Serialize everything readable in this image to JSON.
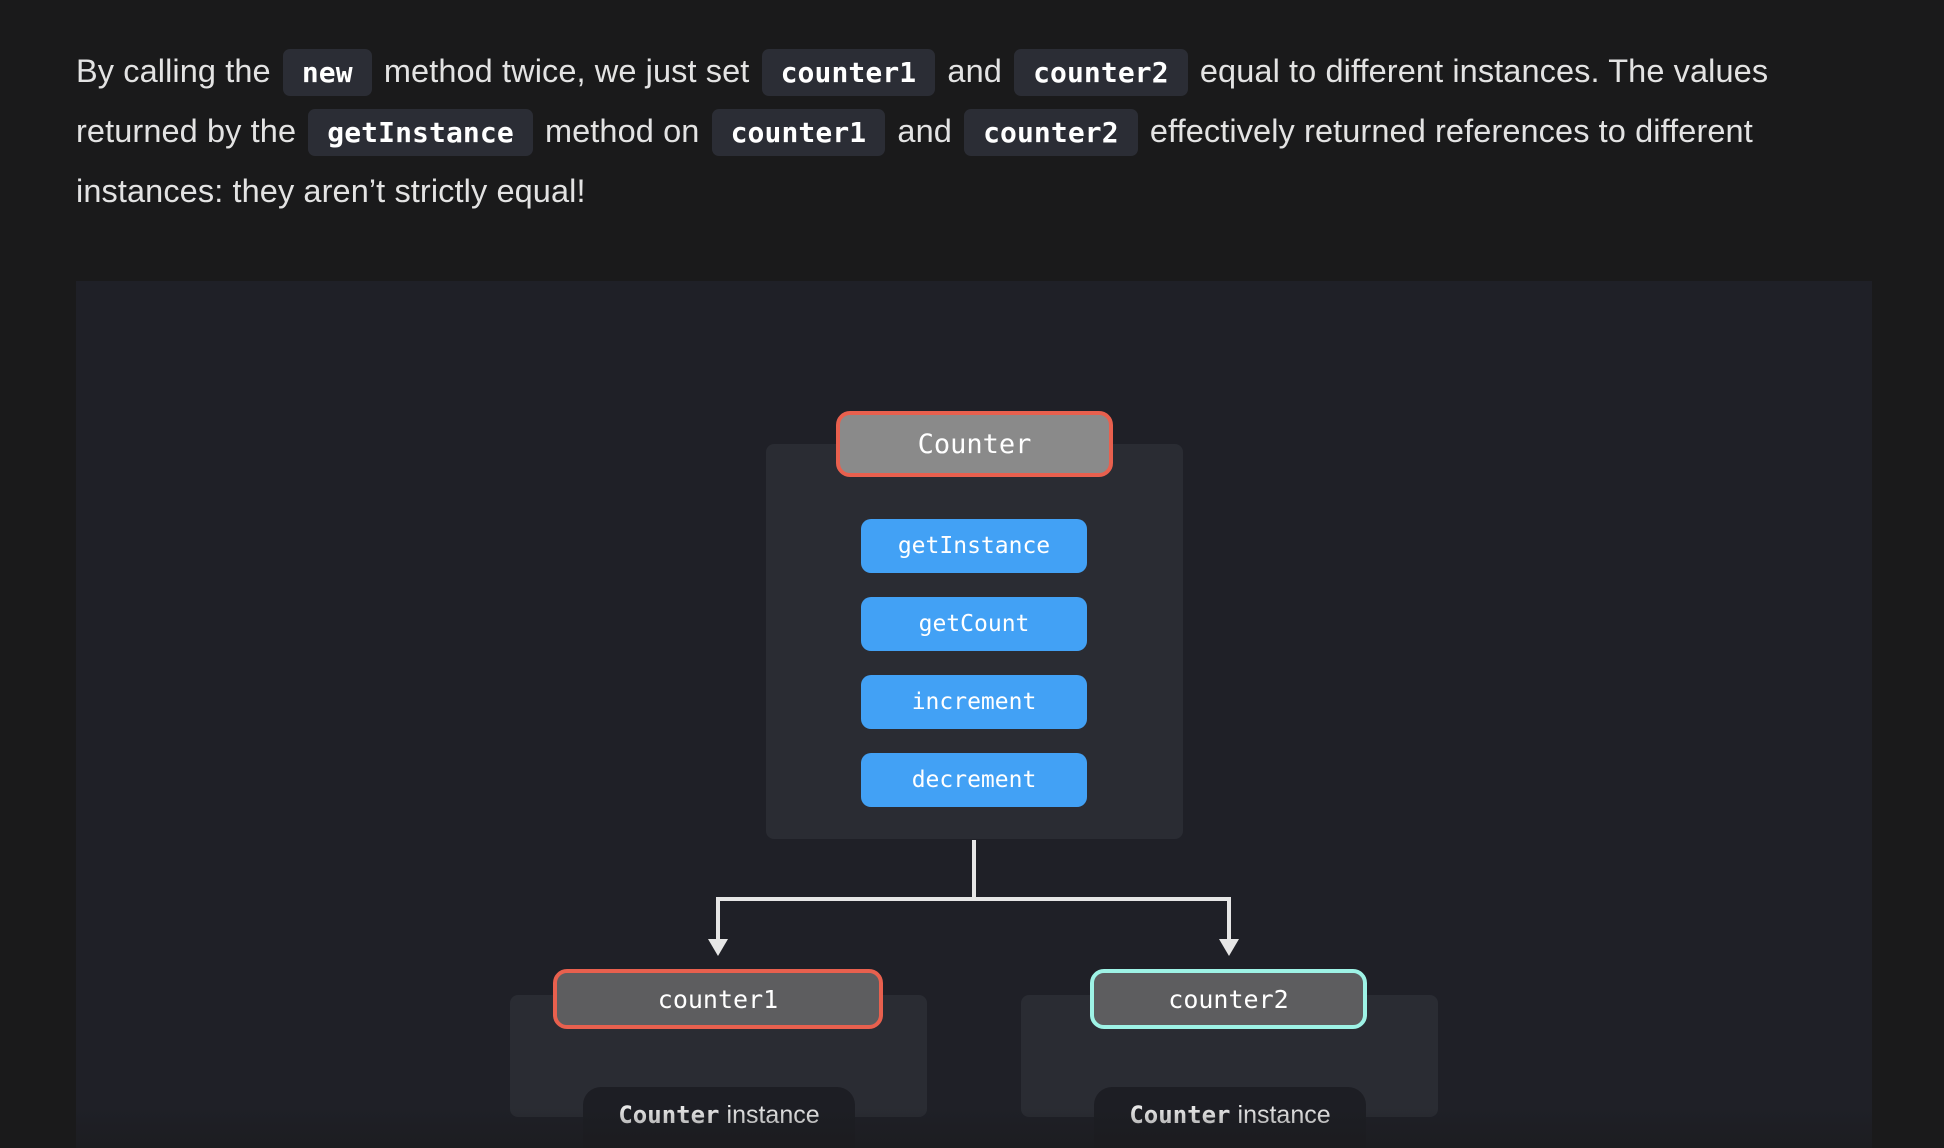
{
  "paragraph": {
    "line1": {
      "t1": "By calling the",
      "c1": "new",
      "t2": "method twice, we just set",
      "c2": "counter1",
      "t3": "and",
      "c3": "counter2",
      "t4": "equal to different instances. The values"
    },
    "line2": {
      "t1": "returned by the",
      "c1": "getInstance",
      "t2": "method on",
      "c2": "counter1",
      "t3": "and",
      "c3": "counter2",
      "t4": "effectively returned references to different"
    },
    "line3": {
      "t1": "instances: they aren’t strictly equal!"
    }
  },
  "diagram": {
    "class_name": "Counter",
    "methods": [
      "getInstance",
      "getCount",
      "increment",
      "decrement"
    ],
    "instances": [
      {
        "name": "counter1",
        "label_code": "Counter",
        "label_text": "instance",
        "border_color": "#e8604e"
      },
      {
        "name": "counter2",
        "label_code": "Counter",
        "label_text": "instance",
        "border_color": "#9ef3e6"
      }
    ],
    "colors": {
      "class_border": "#e8604e",
      "method_fill": "#42a1f5",
      "arrow": "#e6e6e6"
    }
  }
}
